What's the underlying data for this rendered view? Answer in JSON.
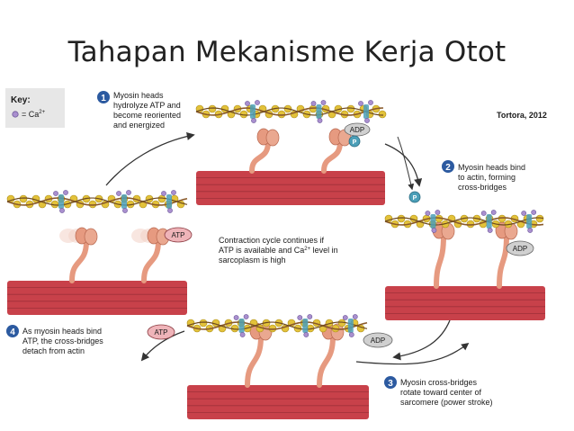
{
  "slide": {
    "title": "Tahapan Mekanisme Kerja Otot"
  },
  "figure": {
    "credit": "Tortora, 2012",
    "key": {
      "title": "Key:",
      "ca_label": "= Ca",
      "ca_sup": "2+"
    },
    "molecules": {
      "adp": "ADP",
      "atp": "ATP",
      "phosphate": "P"
    },
    "steps": [
      {
        "number": "1",
        "lines": [
          "Myosin heads",
          "hydrolyze ATP and",
          "become reoriented",
          "and energized"
        ]
      },
      {
        "number": "2",
        "lines": [
          "Myosin heads bind",
          "to actin, forming",
          "cross-bridges"
        ]
      },
      {
        "number": "3",
        "lines": [
          "Myosin cross-bridges",
          "rotate toward center of",
          "sarcomere (power stroke)"
        ]
      },
      {
        "number": "4",
        "lines": [
          "As myosin heads bind",
          "ATP, the cross-bridges",
          "detach from actin"
        ]
      }
    ],
    "center_note": {
      "line1": "Contraction cycle continues if",
      "line2a": "ATP is available and Ca",
      "line2sup": "2+",
      "line2b": " level in",
      "line3": "sarcoplasm is high"
    }
  },
  "colors": {
    "thick_filament": "#c8414a",
    "myosin_head": "#e69a80",
    "actin_bead": "#e3c23a",
    "tropomyosin": "#8a5a2a",
    "calcium": "#a98fcf",
    "troponin": "#4b9fb8",
    "step_badge": "#2c5aa0",
    "arrow": "#333333"
  }
}
